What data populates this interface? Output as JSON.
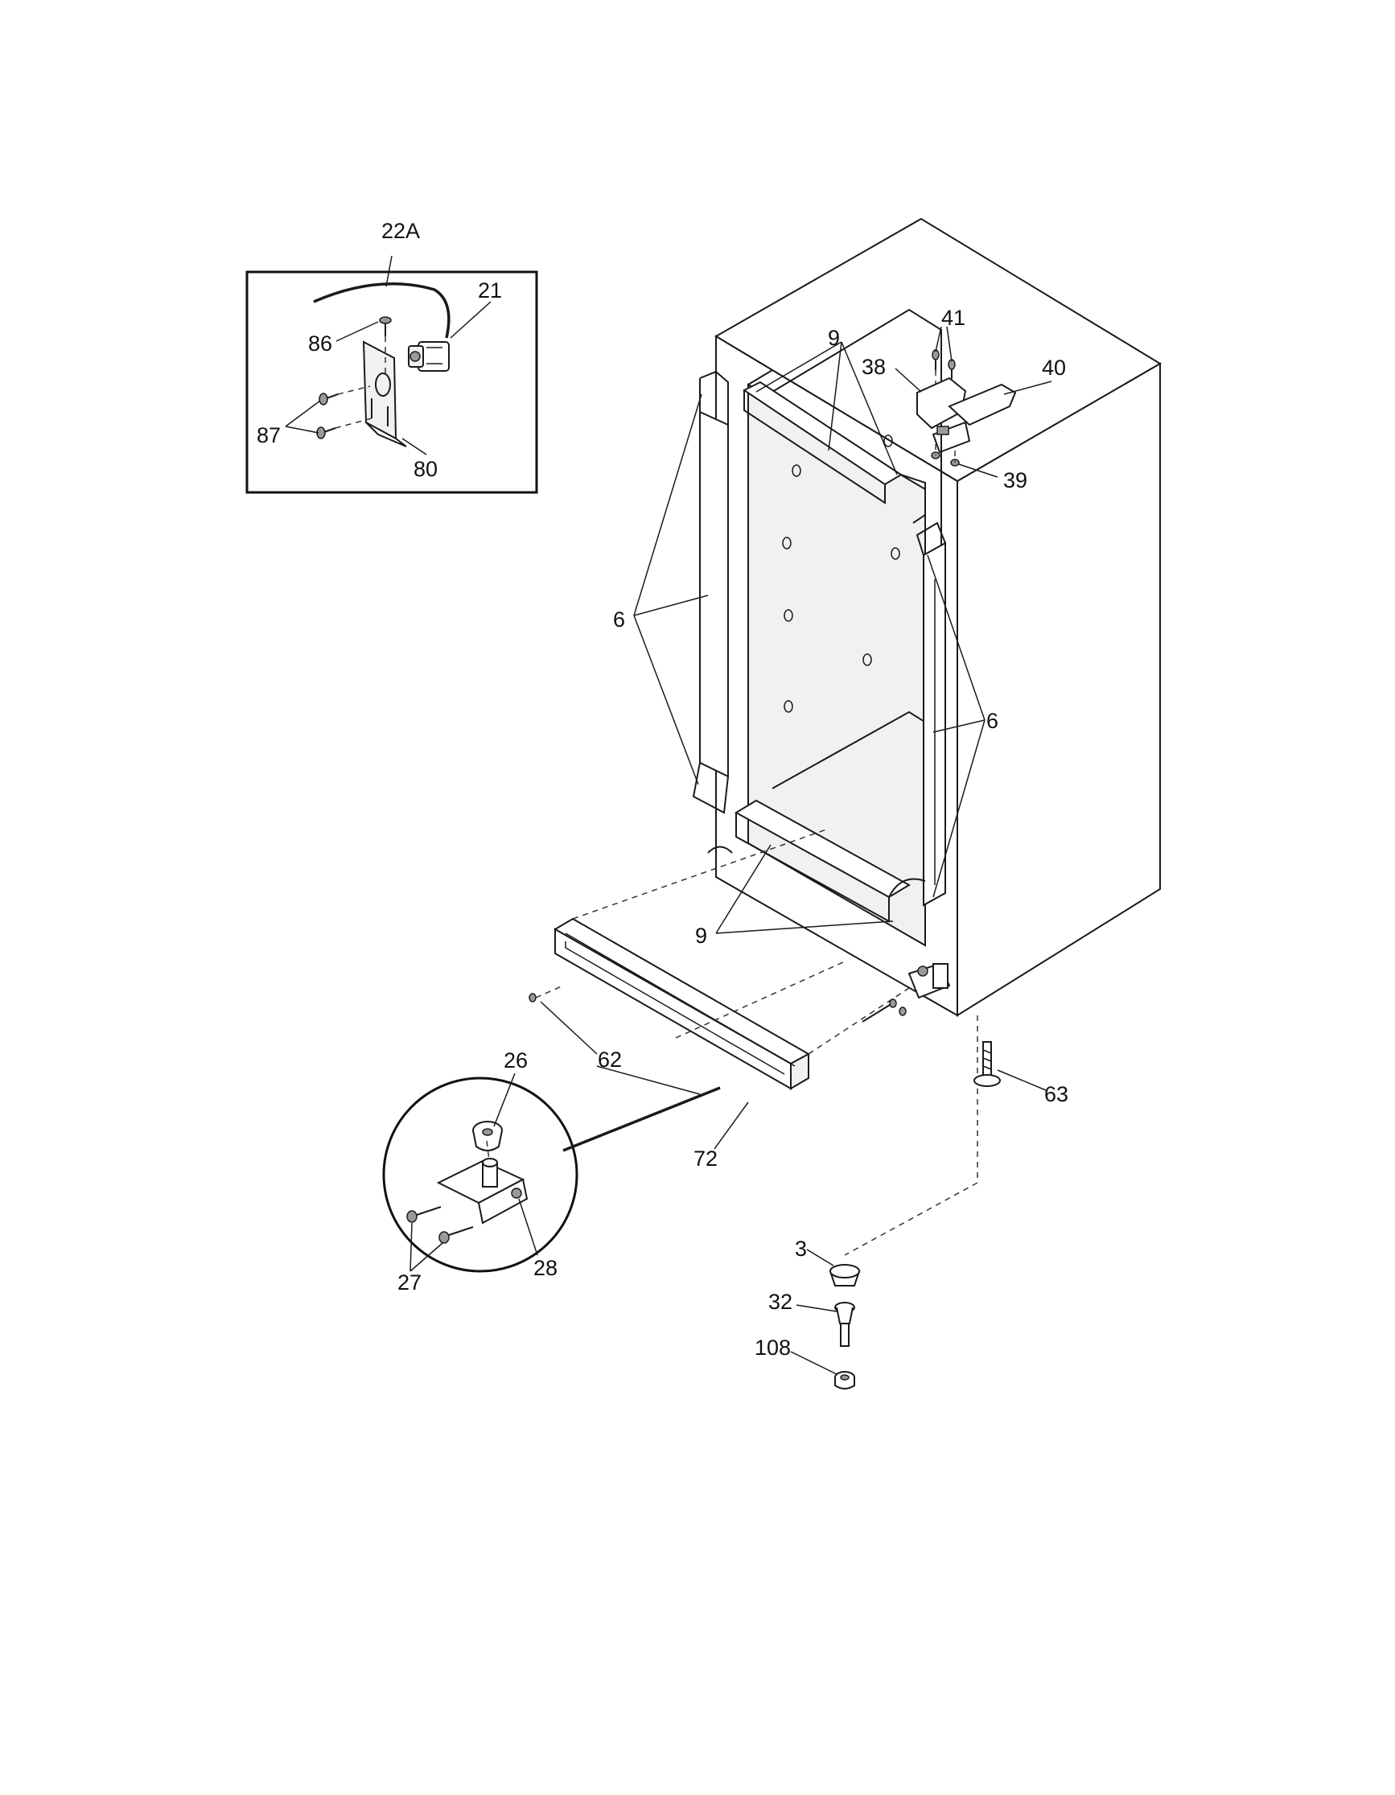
{
  "callouts": {
    "c22a": "22A",
    "c21": "21",
    "c86": "86",
    "c87": "87",
    "c80": "80",
    "c9a": "9",
    "c41": "41",
    "c38": "38",
    "c40": "40",
    "c39": "39",
    "c6a": "6",
    "c6b": "6",
    "c9b": "9",
    "c26": "26",
    "c62": "62",
    "c63": "63",
    "c72": "72",
    "c27": "27",
    "c28": "28",
    "c3": "3",
    "c32": "32",
    "c108": "108"
  }
}
